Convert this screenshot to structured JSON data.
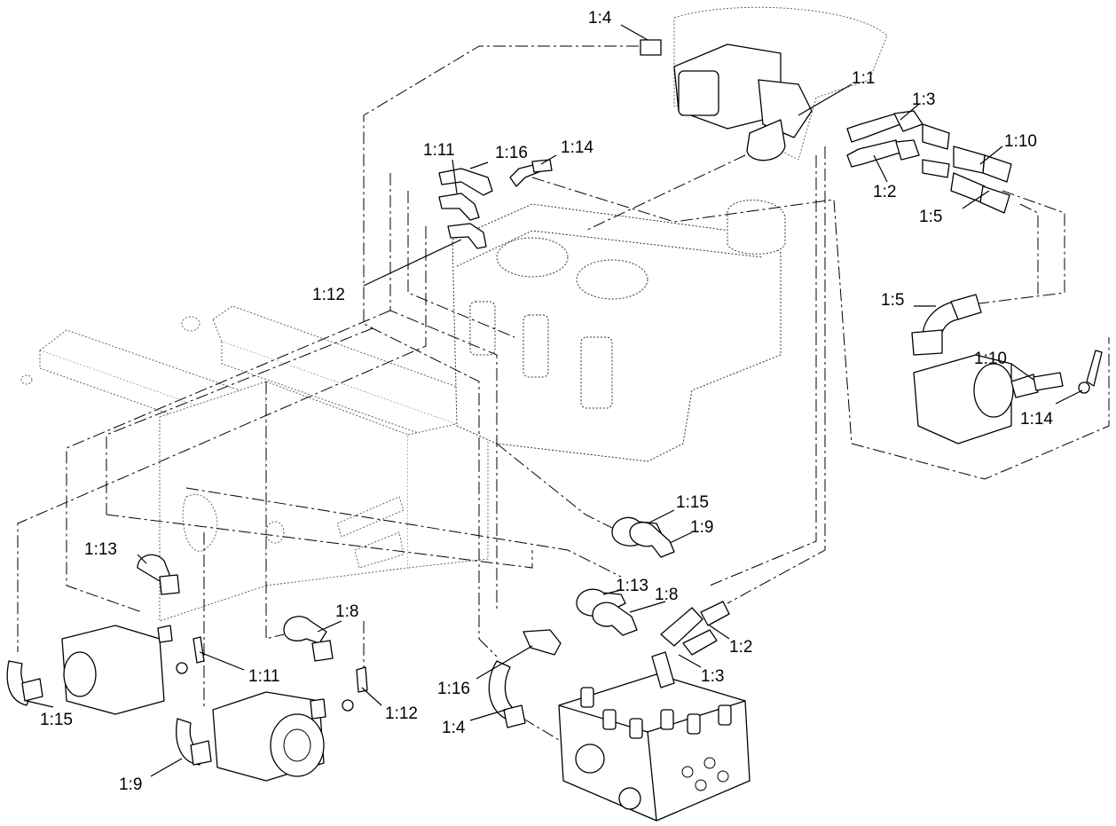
{
  "callouts": [
    {
      "key": "c1_4a",
      "text": "1:4"
    },
    {
      "key": "c1_1",
      "text": "1:1"
    },
    {
      "key": "c1_3a",
      "text": "1:3"
    },
    {
      "key": "c1_10a",
      "text": "1:10"
    },
    {
      "key": "c1_2a",
      "text": "1:2"
    },
    {
      "key": "c1_5a",
      "text": "1:5"
    },
    {
      "key": "c1_11a",
      "text": "1:11"
    },
    {
      "key": "c1_16a",
      "text": "1:16"
    },
    {
      "key": "c1_14a",
      "text": "1:14"
    },
    {
      "key": "c1_12a",
      "text": "1:12"
    },
    {
      "key": "c1_5b",
      "text": "1:5"
    },
    {
      "key": "c1_10b",
      "text": "1:10"
    },
    {
      "key": "c1_14b",
      "text": "1:14"
    },
    {
      "key": "c1_15a",
      "text": "1:15"
    },
    {
      "key": "c1_9a",
      "text": "1:9"
    },
    {
      "key": "c1_13a",
      "text": "1:13"
    },
    {
      "key": "c1_13b",
      "text": "1:13"
    },
    {
      "key": "c1_8a",
      "text": "1:8"
    },
    {
      "key": "c1_8b",
      "text": "1:8"
    },
    {
      "key": "c1_2b",
      "text": "1:2"
    },
    {
      "key": "c1_3b",
      "text": "1:3"
    },
    {
      "key": "c1_11b",
      "text": "1:11"
    },
    {
      "key": "c1_12b",
      "text": "1:12"
    },
    {
      "key": "c1_16b",
      "text": "1:16"
    },
    {
      "key": "c1_4b",
      "text": "1:4"
    },
    {
      "key": "c1_15b",
      "text": "1:15"
    },
    {
      "key": "c1_9b",
      "text": "1:9"
    }
  ]
}
